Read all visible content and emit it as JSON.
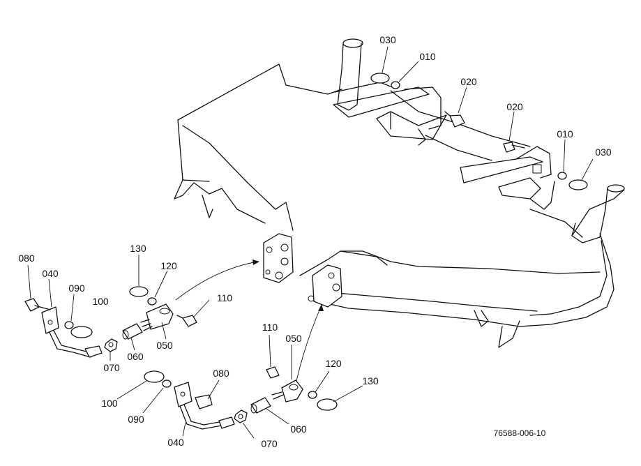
{
  "drawing_code": "76588-006-10",
  "part_labels": [
    {
      "id": "lbl-030-a",
      "text": "030"
    },
    {
      "id": "lbl-010-a",
      "text": "010"
    },
    {
      "id": "lbl-020-a",
      "text": "020"
    },
    {
      "id": "lbl-020-b",
      "text": "020"
    },
    {
      "id": "lbl-010-b",
      "text": "010"
    },
    {
      "id": "lbl-030-b",
      "text": "030"
    },
    {
      "id": "lbl-080-a",
      "text": "080"
    },
    {
      "id": "lbl-040-a",
      "text": "040"
    },
    {
      "id": "lbl-090-a",
      "text": "090"
    },
    {
      "id": "lbl-100-a",
      "text": "100"
    },
    {
      "id": "lbl-130-a",
      "text": "130"
    },
    {
      "id": "lbl-120-a",
      "text": "120"
    },
    {
      "id": "lbl-110-a",
      "text": "110"
    },
    {
      "id": "lbl-050-a",
      "text": "050"
    },
    {
      "id": "lbl-060-a",
      "text": "060"
    },
    {
      "id": "lbl-070-a",
      "text": "070"
    },
    {
      "id": "lbl-110-b",
      "text": "110"
    },
    {
      "id": "lbl-050-b",
      "text": "050"
    },
    {
      "id": "lbl-080-b",
      "text": "080"
    },
    {
      "id": "lbl-120-b",
      "text": "120"
    },
    {
      "id": "lbl-130-b",
      "text": "130"
    },
    {
      "id": "lbl-100-b",
      "text": "100"
    },
    {
      "id": "lbl-090-b",
      "text": "090"
    },
    {
      "id": "lbl-040-b",
      "text": "040"
    },
    {
      "id": "lbl-060-b",
      "text": "060"
    },
    {
      "id": "lbl-070-b",
      "text": "070"
    }
  ]
}
